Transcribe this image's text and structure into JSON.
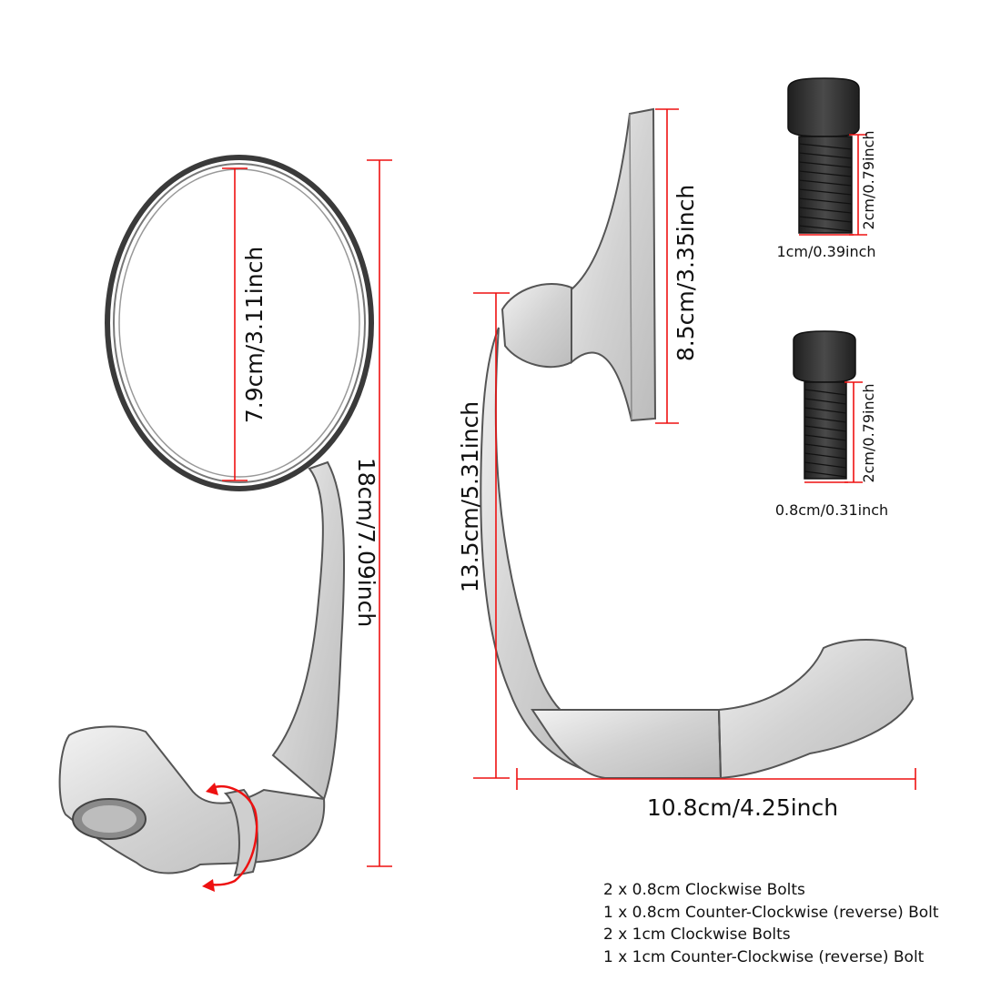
{
  "colors": {
    "dimension_line": "#ee1111",
    "metal_fill": "#dcdcdc",
    "metal_stroke": "#555555",
    "bolt": "#2e2e2e",
    "text": "#111111"
  },
  "dimensions": {
    "mirror_diameter": "7.9cm/3.11inch",
    "total_height": "18cm/7.09inch",
    "side_mirror_height": "8.5cm/3.35inch",
    "stem_height": "13.5cm/5.31inch",
    "base_width": "10.8cm/4.25inch",
    "bolt1_length": "2cm/0.79inch",
    "bolt1_diameter": "1cm/0.39inch",
    "bolt2_length": "2cm/0.79inch",
    "bolt2_diameter": "0.8cm/0.31inch"
  },
  "notes": [
    "2 x 0.8cm Clockwise Bolts",
    "1 x 0.8cm Counter-Clockwise (reverse) Bolt",
    "2 x 1cm Clockwise Bolts",
    "1 x 1cm Counter-Clockwise (reverse) Bolt"
  ],
  "icons": {
    "rotation": "rotate-arrows-icon"
  }
}
